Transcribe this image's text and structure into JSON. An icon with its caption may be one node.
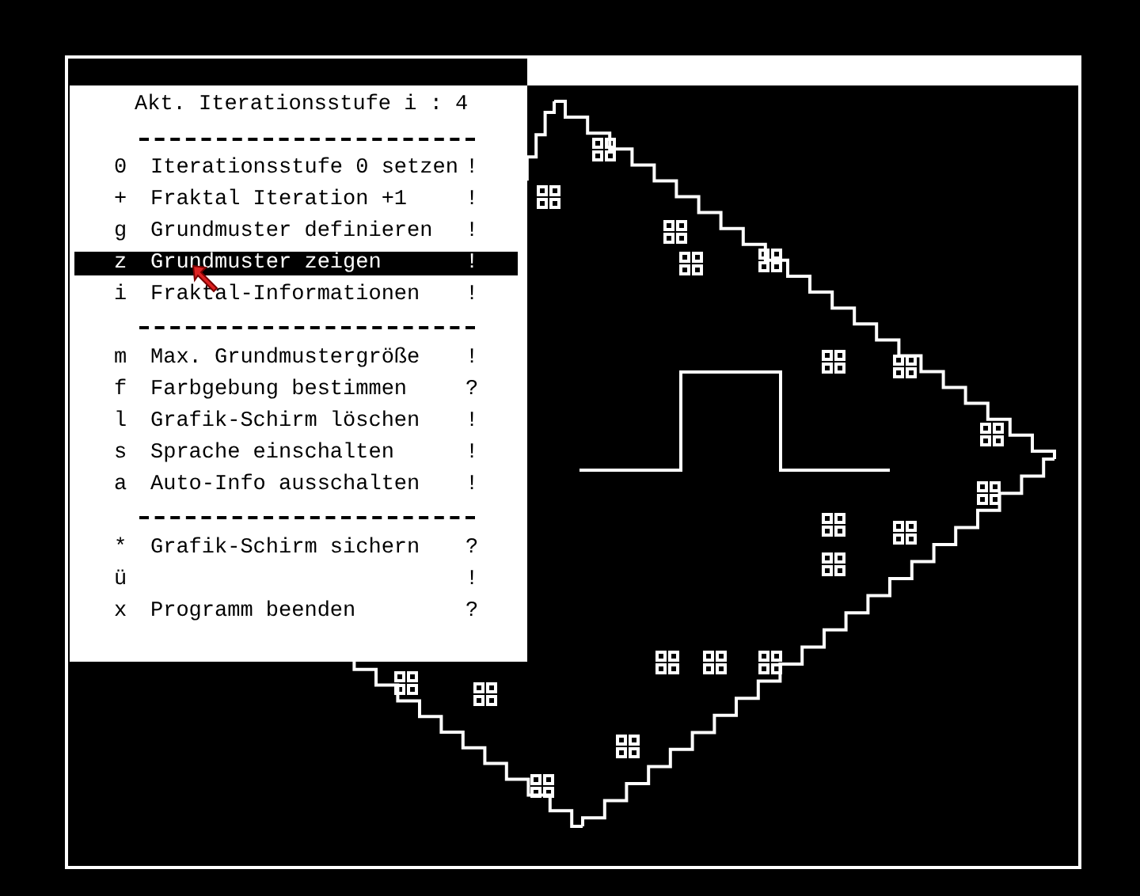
{
  "diagram": {
    "labels": [
      "Akt. Iterationsstufe i : 4",
      "0",
      "Iterationsstufe 0 setzen",
      "!",
      "+",
      "Fraktal Iteration +1",
      "!",
      "g",
      "Grundmuster definieren",
      "!",
      "z",
      "Grundmuster zeigen",
      "!",
      "i",
      "Fraktal-Informationen",
      "!",
      "m",
      "Max. Grundmustergröße",
      "!",
      "f",
      "Farbgebung bestimmen",
      "?",
      "l",
      "Grafik-Schirm löschen",
      "!",
      "s",
      "Sprache einschalten",
      "!",
      "a",
      "Auto-Info ausschalten",
      "!",
      "*",
      "Grafik-Schirm sichern",
      "?",
      "ü",
      "!",
      "x",
      "Programm beenden",
      "?"
    ]
  }
}
